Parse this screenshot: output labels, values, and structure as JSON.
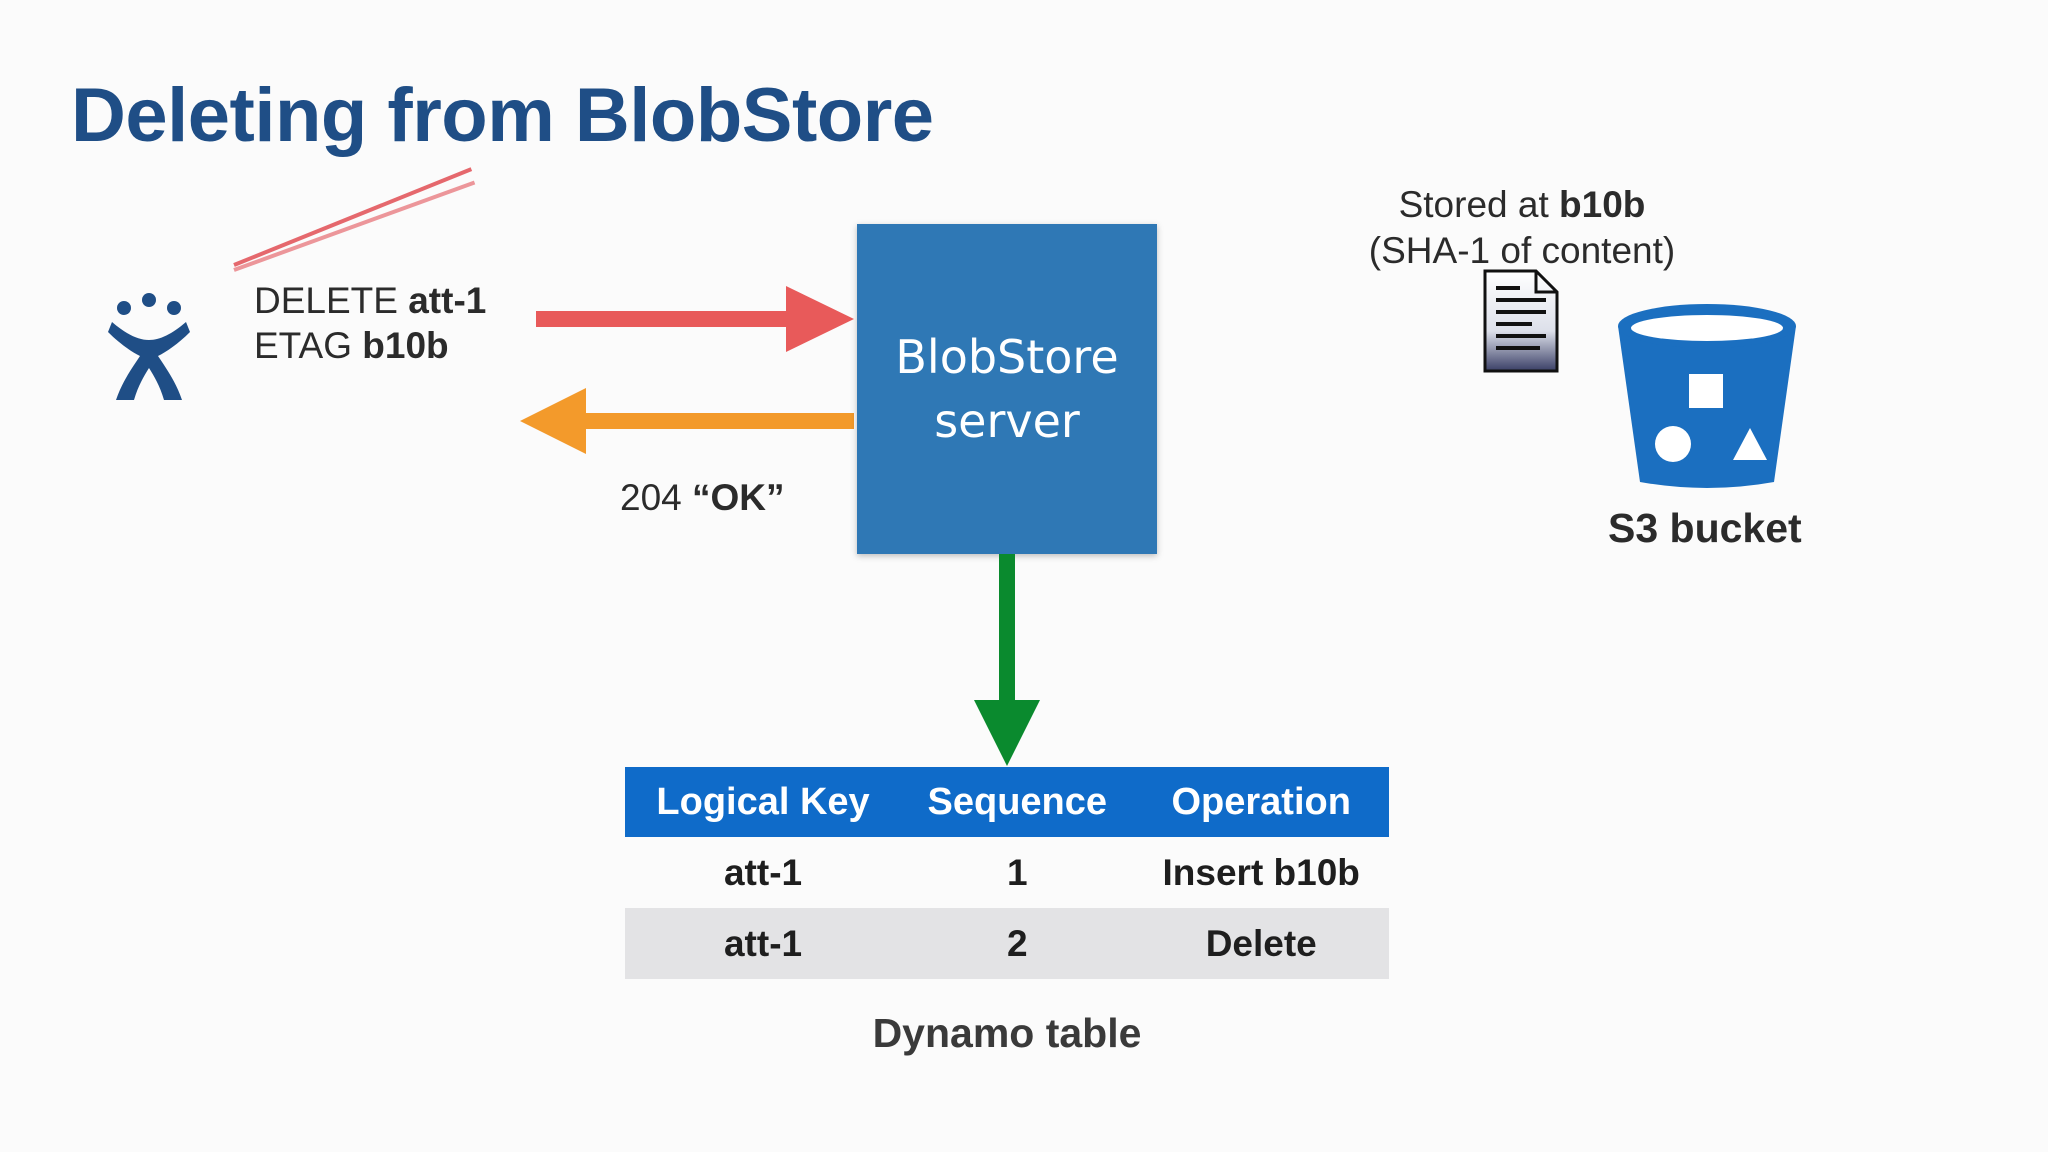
{
  "slide": {
    "title": "Deleting from BlobStore"
  },
  "client": {
    "logo_icon": "atlassian-jira-logo-icon",
    "request_line1_prefix": "DELETE ",
    "request_line1_value": "att-1",
    "request_line2_prefix": "ETAG ",
    "request_line2_value": "b10b",
    "request_struck_through": true
  },
  "arrows": {
    "request_color": "#e85a5a",
    "response_color": "#f39a2b",
    "write_color": "#0a8a2e",
    "response_status": "204 ",
    "response_text": "“OK”"
  },
  "server": {
    "line1": "BlobStore",
    "line2": "server",
    "color": "#2f78b5"
  },
  "storage": {
    "note_line1_prefix": "Stored at ",
    "note_line1_value": "b10b",
    "note_line2": "(SHA-1 of content)",
    "document_icon": "document-icon",
    "bucket_icon": "s3-bucket-icon",
    "bucket_label": "S3 bucket",
    "bucket_color": "#1b6fc0"
  },
  "dynamo": {
    "headers": [
      "Logical Key",
      "Sequence",
      "Operation"
    ],
    "rows": [
      [
        "att-1",
        "1",
        "Insert b10b"
      ],
      [
        "att-1",
        "2",
        "Delete"
      ]
    ],
    "caption": "Dynamo table",
    "header_color": "#0f6bc9"
  }
}
